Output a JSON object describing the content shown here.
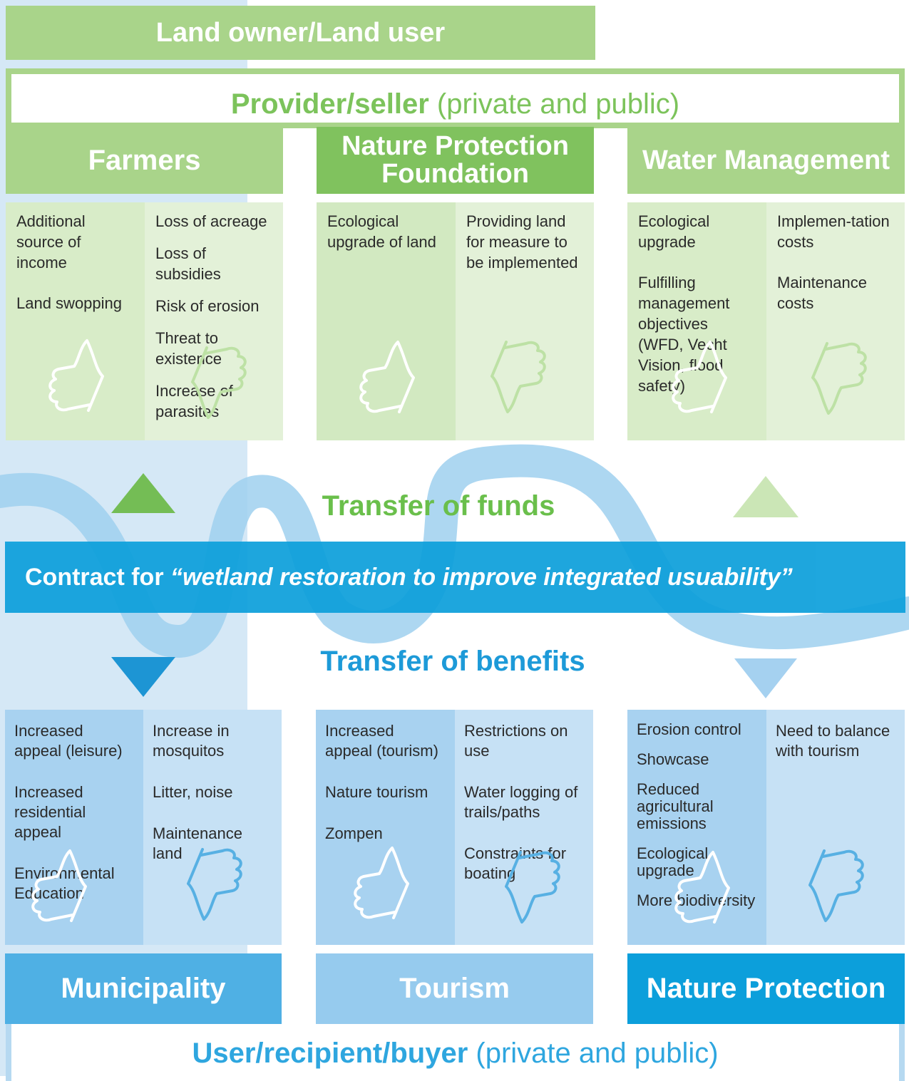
{
  "colors": {
    "green_dark": "#80c25e",
    "green_mid": "#a9d48a",
    "green_light": "#c9e5b2",
    "green_pale": "#d8ecc8",
    "green_paler": "#e3f1d8",
    "blue_dark": "#0c9fdb",
    "blue_mid": "#4fb0e4",
    "blue_light": "#96cbee",
    "blue_pale": "#b5d8f1",
    "blue_paler": "#c8e2f6"
  },
  "land_owner": "Land owner/Land user",
  "provider": {
    "bold": "Provider/seller",
    "rest": " (private and public)"
  },
  "providers": [
    {
      "name": "Farmers",
      "pros": [
        "Additional source of income",
        "Land swopping"
      ],
      "cons": [
        "Loss of acreage",
        "Loss of subsidies",
        "Risk of erosion",
        "Threat to existence",
        "Increase of parasites"
      ]
    },
    {
      "name": "Nature Protection Foundation",
      "pros": [
        "Ecological upgrade of land"
      ],
      "cons": [
        "Providing land for measure to be implemented"
      ]
    },
    {
      "name": "Water Management",
      "pros": [
        "Ecological upgrade",
        "Fulfilling management objectives (WFD, Vecht Vision, flood safety)"
      ],
      "cons": [
        "Implemen-tation costs",
        "Maintenance costs"
      ]
    }
  ],
  "transfer_funds": "Transfer of funds",
  "contract": {
    "prefix": "Contract for ",
    "quote": "“wetland restoration to improve integrated usuability”"
  },
  "transfer_benefits": "Transfer of benefits",
  "users": [
    {
      "name": "Municipality",
      "pros": [
        "Increased appeal (leisure)",
        "Increased residential appeal",
        "Environmental Education"
      ],
      "cons": [
        "Increase in mosquitos",
        "Litter, noise",
        "Maintenance land"
      ]
    },
    {
      "name": "Tourism",
      "pros": [
        "Increased appeal (tourism)",
        "Nature tourism",
        "Zompen"
      ],
      "cons": [
        "Restrictions on use",
        "Water logging of trails/paths",
        "Constraints for boating"
      ]
    },
    {
      "name": "Nature Protection",
      "pros": [
        "Erosion control",
        "Showcase",
        "Reduced agricultural emissions",
        "Ecological upgrade",
        "More biodiversity"
      ],
      "cons": [
        "Need to balance with tourism"
      ]
    }
  ],
  "user": {
    "bold": "User/recipient/buyer",
    "rest": " (private and public)"
  },
  "icons": [
    "thumbs-up-icon",
    "thumbs-down-icon"
  ]
}
